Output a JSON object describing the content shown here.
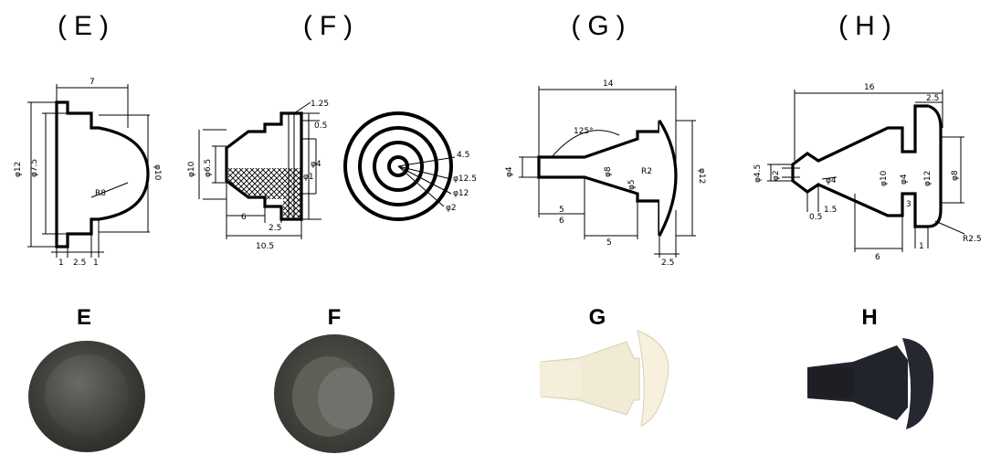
{
  "figures": [
    {
      "heading": "(E)",
      "label": "E",
      "dims": [
        "7",
        "φ12",
        "φ7.5",
        "φ10",
        "R8",
        "1",
        "2.5",
        "1"
      ]
    },
    {
      "heading": "(F)",
      "label": "F",
      "dims": [
        "φ10",
        "φ6.5",
        "6",
        "2.5",
        "10.5",
        "1.25",
        "0.5",
        "φ4",
        "φ1",
        "4.5",
        "φ12.5",
        "φ12",
        "φ2"
      ]
    },
    {
      "heading": "(G)",
      "label": "G",
      "dims": [
        "14",
        "125°",
        "φ4",
        "6",
        "φ8",
        "φ5",
        "R2",
        "φ12",
        "5",
        "5",
        "2.5"
      ]
    },
    {
      "heading": "(H)",
      "label": "H",
      "dims": [
        "16",
        "2.5",
        "φ4.5",
        "φ2",
        "φ4",
        "0.5",
        "1.5",
        "φ10",
        "φ4",
        "φ12",
        "φ8",
        "3",
        "6",
        "1",
        "R2.5"
      ]
    }
  ],
  "colors": {
    "ink": "#000000",
    "photo_e": "#3e3f3b",
    "photo_f": "#46473f",
    "photo_g": "#f1ead4",
    "photo_h": "#1f2128"
  }
}
